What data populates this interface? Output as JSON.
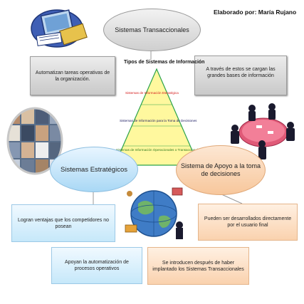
{
  "author": "Elaborado por: María Rujano",
  "title_ellipse": "Sistemas Transaccionales",
  "pyramid": {
    "title": "Tipos de Sistemas de Información",
    "levels": [
      "Sistemas de Información Estratégica",
      "Sistemas de Información para la Toma de Decisiones",
      "Sistemas de Información Operacionales o Transaccionales"
    ]
  },
  "boxes": {
    "transaccional_left": "Automatizan tareas operativas de la organización.",
    "transaccional_right": "A través de estos se cargan las grandes bases de información",
    "estrategicos_1": "Logran ventajas que los competidores no posean",
    "estrategicos_2": "Apoyan la automatización de procesos operativos",
    "decisiones_1": "Pueden ser desarrollados directamente por el usuario final",
    "decisiones_2": "Se introducen después de haber implantado los Sistemas Transaccionales"
  },
  "ellipses": {
    "estrategicos": "Sistemas Estratégicos",
    "apoyo": "Sistema de Apoyo a la toma de decisiones"
  },
  "colors": {
    "pyramid_fill": "#fff89e",
    "pyramid_stroke": "#2aa34a",
    "level_strategic": "#d41a1a",
    "level_decision": "#222266",
    "level_operational": "#2e7a1f"
  },
  "icons": [
    "computer-clipart-icon",
    "people-collage-icon",
    "meeting-table-icon",
    "globe-business-icon"
  ]
}
